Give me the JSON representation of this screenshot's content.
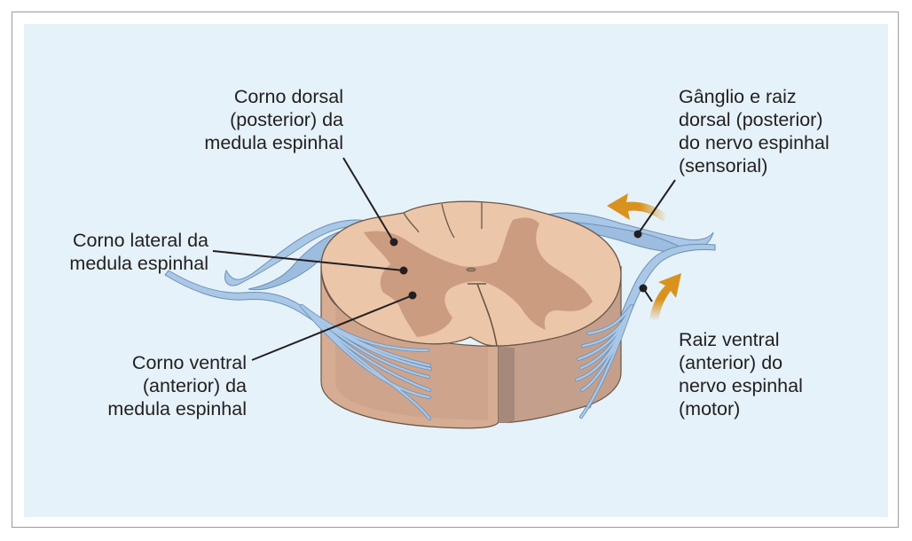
{
  "diagram": {
    "subject": "Secção transversal da medula espinhal",
    "colors": {
      "background_panel": "#e5f2f9",
      "white_matter": "#ebc6a9",
      "gray_matter": "#cc9c80",
      "side_wall": "#d6ad93",
      "side_wall_dark": "#ae8b7a",
      "nerve": "#a9c8e8",
      "nerve_outline": "#6e8fb4",
      "arrow": "#d9921e",
      "leader_line": "#231f20"
    },
    "labels": {
      "dorsal_horn": [
        "Corno dorsal",
        "(posterior) da",
        "medula espinhal"
      ],
      "lateral_horn": [
        "Corno lateral da",
        "medula espinhal"
      ],
      "ventral_horn": [
        "Corno ventral",
        "(anterior) da",
        "medula espinhal"
      ],
      "dorsal_root_ganglion": [
        "Gânglio e raiz",
        "dorsal (posterior)",
        "do nervo espinhal",
        "(sensorial)"
      ],
      "ventral_root": [
        "Raiz ventral",
        "(anterior) do",
        "nervo espinhal",
        "(motor)"
      ]
    },
    "arrows": {
      "sensory_direction": "toward spinal cord (afferent)",
      "motor_direction": "away from spinal cord (efferent)"
    }
  }
}
